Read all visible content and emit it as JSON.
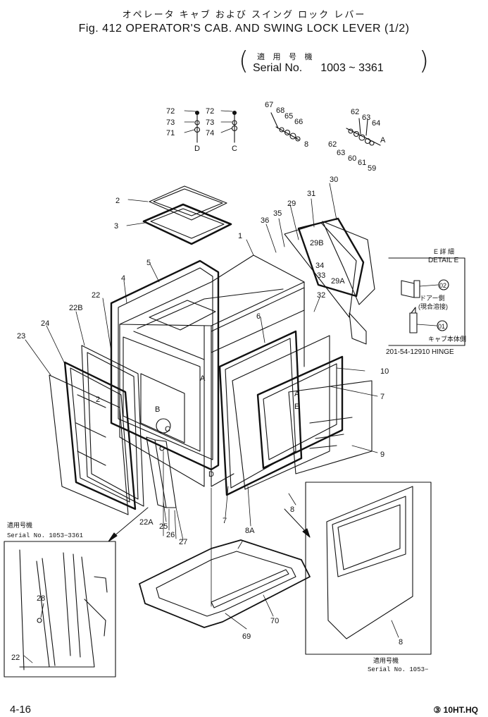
{
  "header": {
    "title_jp": "オペレータ キャブ および スイング ロック レバー",
    "title": "Fig. 412 OPERATOR'S CAB. AND SWING LOCK LEVER (1/2)",
    "serial_jp": "適 用 号 機",
    "serial_label": "Serial No.",
    "serial_range": "1003 ~ 3361"
  },
  "callouts": {
    "c72a": "72",
    "c73a": "73",
    "c71": "71",
    "cD1": "D",
    "c72b": "72",
    "c73b": "73",
    "c74": "74",
    "cC1": "C",
    "c67": "67",
    "c68": "68",
    "c65": "65",
    "c66": "66",
    "c8a": "8",
    "c62a": "62",
    "c63a": "63",
    "c64": "64",
    "cA1": "A",
    "c62b": "62",
    "c63b": "63",
    "c60": "60",
    "c61": "61",
    "c59": "59",
    "c2": "2",
    "c3": "3",
    "c1": "1",
    "c4": "4",
    "c5": "5",
    "c22": "22",
    "c22B": "22B",
    "c24": "24",
    "c23": "23",
    "c36": "36",
    "c35": "35",
    "c29": "29",
    "c31": "31",
    "c30": "30",
    "c29B": "29B",
    "c34": "34",
    "c33": "33",
    "c29A": "29A",
    "c32": "32",
    "c6": "6",
    "c10": "10",
    "c7r": "7",
    "c9": "9",
    "c2b": "2",
    "cB": "B",
    "cC2": "C",
    "cA2": "A",
    "cD2": "D",
    "cA3": "A",
    "cE": "E",
    "c22A": "22A",
    "c25": "25",
    "c26": "26",
    "c27": "27",
    "c7b": "7",
    "c8A": "8A",
    "c8b": "8",
    "c69": "69",
    "c70": "70",
    "c28": "28",
    "c22c": "22",
    "c8c": "8",
    "c01": "01",
    "c02": "02"
  },
  "detail_e": {
    "title_jp": "E 詳 細",
    "title": "DETAIL E",
    "door_side": "ドアー側",
    "door_side_sub": "(現合溶接)",
    "body_side": "キャブ本体側",
    "hinge_label": "201-54-12910 HINGE"
  },
  "inset_left": {
    "jp": "適用号機",
    "serial": "Serial No. 1053−3361"
  },
  "inset_right": {
    "jp": "適用号機",
    "serial": "Serial No. 1053−"
  },
  "footer": {
    "page": "4-16",
    "code": "③ 10HT.HQ"
  }
}
